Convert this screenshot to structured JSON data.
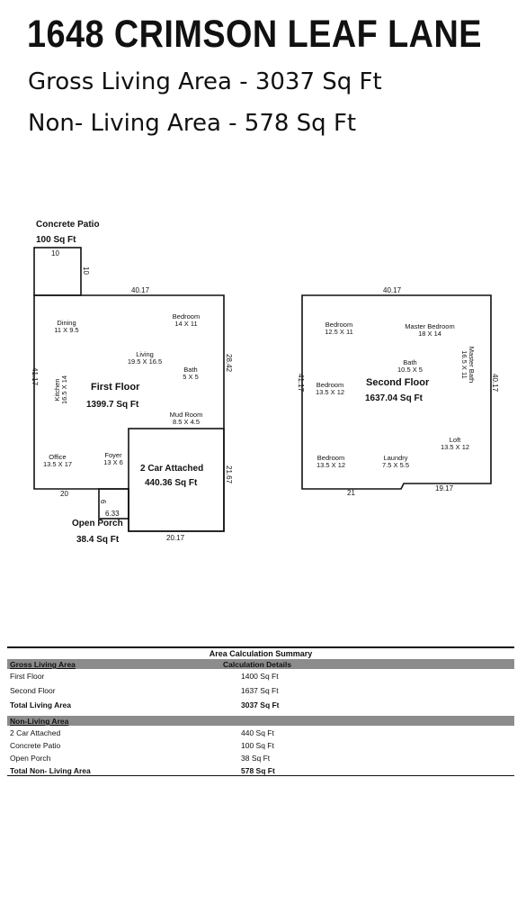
{
  "title": "1648 CRIMSON LEAF LANE",
  "gross_living_area_line": "Gross Living Area - 3037 Sq Ft",
  "non_living_area_line": "Non- Living Area - 578 Sq Ft",
  "first_floor_plan": {
    "patio_label": "Concrete Patio",
    "patio_area": "100 Sq Ft",
    "patio_dim_top": "10",
    "patio_dim_side": "10",
    "dim_top": "40.17",
    "dim_left": "41.17",
    "dim_right_upper": "28.42",
    "dim_right_lower": "21.67",
    "dim_bottom_left": "20",
    "dim_bottom_garage": "20.17",
    "porch_dim_side": "6",
    "porch_dim_bottom": "6.33",
    "floor_name": "First Floor",
    "floor_area": "1399.7 Sq Ft",
    "rooms": [
      {
        "name": "Dining",
        "size": "11 X 9.5"
      },
      {
        "name": "Bedroom",
        "size": "14 X 11"
      },
      {
        "name": "Living",
        "size": "19.5 X 16.5"
      },
      {
        "name": "Bath",
        "size": "5 X 5"
      },
      {
        "name": "Kitchen",
        "size": "16.5 X 14"
      },
      {
        "name": "Mud Room",
        "size": "8.5 X 4.5"
      },
      {
        "name": "Office",
        "size": "13.5 X 17"
      },
      {
        "name": "Foyer",
        "size": "13 X 6"
      }
    ],
    "garage_label": "2 Car Attached",
    "garage_area": "440.36 Sq Ft",
    "porch_label": "Open Porch",
    "porch_area": "38.4 Sq Ft"
  },
  "second_floor_plan": {
    "dim_top": "40.17",
    "dim_left": "41.17",
    "dim_right": "40.17",
    "dim_bottom_left": "21",
    "dim_bottom_right": "19.17",
    "floor_name": "Second Floor",
    "floor_area": "1637.04 Sq Ft",
    "rooms": [
      {
        "name": "Bedroom",
        "size": "12.5 X 11"
      },
      {
        "name": "Master Bedroom",
        "size": "18 X 14"
      },
      {
        "name": "Bath",
        "size": "10.5 X 5"
      },
      {
        "name": "Master Bath",
        "size": "16.5 X 11"
      },
      {
        "name": "Bedroom",
        "size": "13.5 X 12"
      },
      {
        "name": "Loft",
        "size": "13.5 X 12"
      },
      {
        "name": "Bedroom",
        "size": "13.5 X 12"
      },
      {
        "name": "Laundry",
        "size": "7.5 X 5.5"
      }
    ]
  },
  "summary": {
    "caption": "Area Calculation Summary",
    "gross_header": "Gross Living Area",
    "details_header": "Calculation Details",
    "gross_rows": [
      {
        "label": "First Floor",
        "value": "1400 Sq Ft"
      },
      {
        "label": "Second Floor",
        "value": "1637 Sq Ft"
      }
    ],
    "total_living_label": "Total Living Area",
    "total_living_value": "3037 Sq Ft",
    "non_living_header": "Non-Living Area",
    "non_living_rows": [
      {
        "label": "2 Car Attached",
        "value": "440 Sq Ft"
      },
      {
        "label": "Concrete Patio",
        "value": "100 Sq Ft"
      },
      {
        "label": "Open Porch",
        "value": "38 Sq Ft"
      }
    ],
    "total_non_living_label": "Total Non- Living Area",
    "total_non_living_value": "578 Sq Ft"
  }
}
